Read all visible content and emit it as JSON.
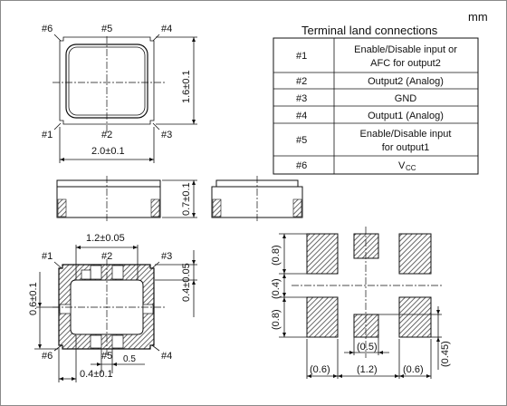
{
  "units": "mm",
  "top_view": {
    "pins_top": [
      "#6",
      "#5",
      "#4"
    ],
    "pins_bottom": [
      "#1",
      "#2",
      "#3"
    ],
    "width_dim": "2.0±0.1",
    "height_dim": "1.6±0.1"
  },
  "side_view": {
    "height_dim": "0.7±0.1"
  },
  "bottom_view": {
    "pins_top": [
      "#1",
      "#2",
      "#3"
    ],
    "pins_bottom": [
      "#6",
      "#5",
      "#4"
    ],
    "pitch_dim": "1.2±0.05",
    "pad_height_dim": "0.4±0.05",
    "vertical_dim": "0.6±0.1",
    "pad_width_dim": "0.5",
    "edge_dim": "0.4±0.1"
  },
  "land_pattern": {
    "dims_left": [
      "(0.8)",
      "(0.4)",
      "(0.8)"
    ],
    "dims_bottom": [
      "(0.6)",
      "(1.2)",
      "(0.6)"
    ],
    "dim_pad_width": "(0.5)",
    "dim_pad_height": "(0.45)"
  },
  "table": {
    "title": "Terminal land connections",
    "rows": [
      {
        "pin": "#1",
        "function": [
          "Enable/Disable input or",
          "AFC for output2"
        ]
      },
      {
        "pin": "#2",
        "function": [
          "Output2 (Analog)"
        ]
      },
      {
        "pin": "#3",
        "function": [
          "GND"
        ]
      },
      {
        "pin": "#4",
        "function": [
          "Output1 (Analog)"
        ]
      },
      {
        "pin": "#5",
        "function": [
          "Enable/Disable input",
          "for output1"
        ]
      },
      {
        "pin": "#6",
        "function": [
          "V",
          "CC"
        ]
      }
    ]
  },
  "colors": {
    "hatch": "#555555",
    "line": "#111111",
    "frame": "#8a8a8a"
  }
}
